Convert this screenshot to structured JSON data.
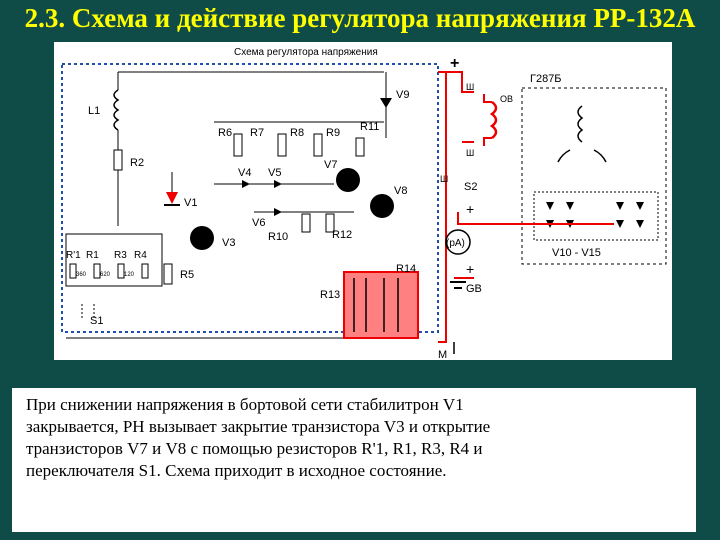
{
  "slide": {
    "title": "2.3. Схема и действие регулятора напряжения РР-132А",
    "background": "#0f4c48",
    "title_color": "#ffff00"
  },
  "diagram": {
    "caption": "Схема регулятора напряжения",
    "labels": {
      "plus_top": "+",
      "sh_top": "Ш",
      "ov": "ОВ",
      "sh_mid": "Ш",
      "sh_low": "Ш",
      "s2": "S2",
      "plus_mid": "+",
      "ammeter": "(pA)",
      "plus_low": "+",
      "gb": "GB",
      "m": "М",
      "generator": "Г287Б",
      "bridge": "V10 - V15",
      "l1": "L1",
      "r2": "R2",
      "v1": "V1",
      "v3": "V3",
      "r5": "R5",
      "s1": "S1",
      "r1p": "R'1",
      "r1": "R1",
      "r3": "R3",
      "r4": "R4",
      "r6": "R6",
      "r7": "R7",
      "r8": "R8",
      "r9": "R9",
      "r11": "R11",
      "v9": "V9",
      "v4": "V4",
      "v5": "V5",
      "v6": "V6",
      "r10": "R10",
      "r12": "R12",
      "v7": "V7",
      "v8": "V8",
      "r13": "R13",
      "r14": "R14",
      "val_a": "360",
      "val_b": "620",
      "val_c": "120"
    }
  },
  "caption": {
    "lines": [
      "При снижении напряжения в бортовой сети стабилитрон V1",
      "закрывается, РН вызывает закрытие транзистора V3 и открытие",
      "транзисторов V7 и V8 с помощью резисторов R'1, R1, R3, R4 и",
      "переключателя S1. Схема приходит в исходное состояние."
    ]
  }
}
